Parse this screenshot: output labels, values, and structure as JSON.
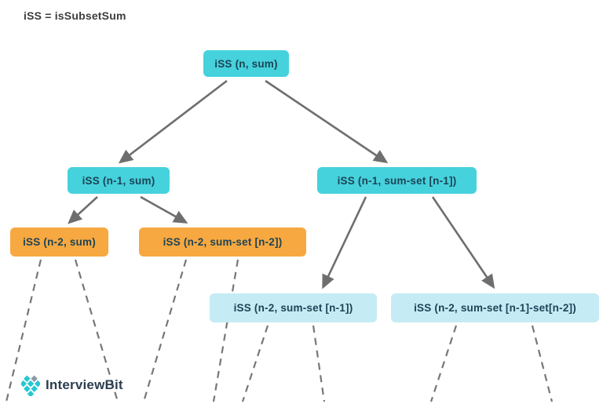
{
  "title": "iSS = isSubsetSum",
  "tree": {
    "root": {
      "label": "iSS (n, sum)"
    },
    "left": {
      "label": "iSS (n-1, sum)"
    },
    "right": {
      "label": "iSS (n-1, sum-set [n-1])"
    },
    "left_left": {
      "label": "iSS (n-2, sum)"
    },
    "left_right": {
      "label": "iSS (n-2, sum-set [n-2])"
    },
    "right_left": {
      "label": "iSS (n-2, sum-set [n-1])"
    },
    "right_right": {
      "label": "iSS (n-2, sum-set [n-1]-set[n-2])"
    }
  },
  "colors": {
    "node_teal": "#45d2dc",
    "node_orange": "#f8a840",
    "node_light_cyan": "#c5ebf4",
    "node_text": "#1d4456",
    "arrow": "#6e6e6e",
    "title_text": "#3d3d3d",
    "brand_text": "#2d3e50",
    "brand_teal": "#25c7d2"
  },
  "logo": {
    "brand": "InterviewBit"
  }
}
